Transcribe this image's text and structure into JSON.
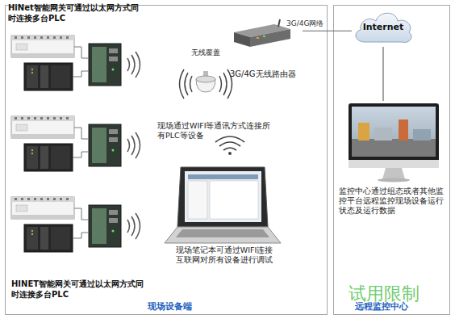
{
  "diagram": {
    "nodes": [
      {
        "text": [
          "现场设备端"
        ]
      },
      {
        "text": [
          "远程监控中心"
        ]
      },
      {
        "text": [
          "3G/4G无线路由器"
        ],
        "in": 0
      },
      {
        "text": [
          "无线覆盖"
        ],
        "in": 0
      },
      {
        "text": [
          "现场笔记本可通过WIFI连接互联网对所有设备进行调试"
        ],
        "in": 0
      },
      {
        "text": [
          "Internet"
        ],
        "in": 1
      },
      {
        "text": [
          "监控中心通过组态或者其他监控平台远程监控现场设备运行状态及运行数据"
        ],
        "in": 1
      }
    ],
    "edges": [
      {
        "from": 2,
        "to": 5,
        "label": "3G/4G网络",
        "arrow": "none"
      },
      {
        "from": 5,
        "to": 6,
        "arrow": "none"
      }
    ],
    "labels": [
      "HiNet智能网关可通过以太网方式同时连接多台PLC",
      "现场通过WIFI等通讯方式连接所有PLC等设备",
      "HINET智能网关可通过以太网方式同时连接多台PLC",
      "试用限制"
    ]
  }
}
